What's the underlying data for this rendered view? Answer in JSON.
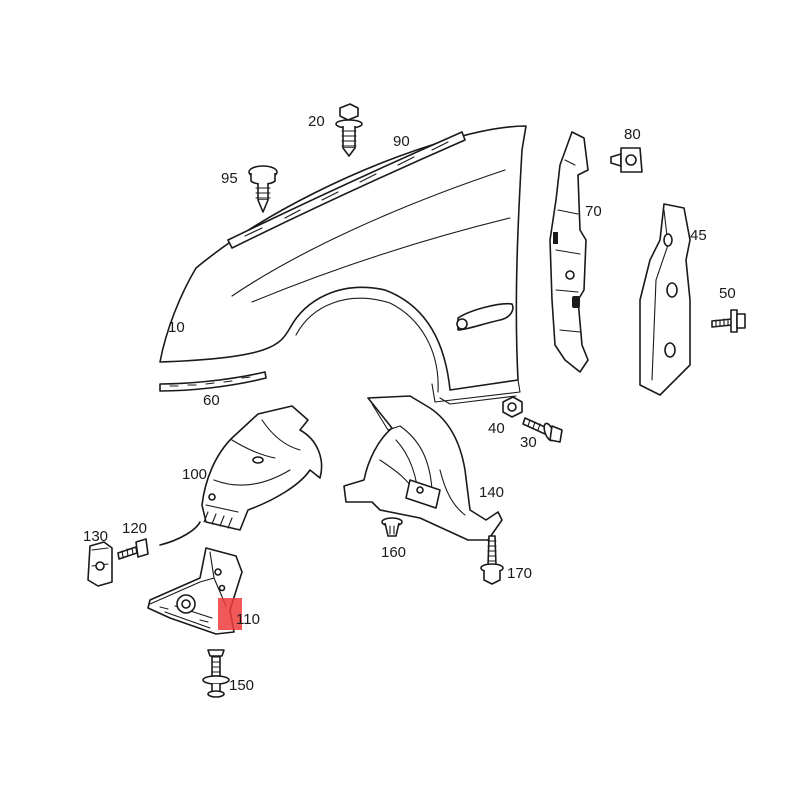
{
  "diagram": {
    "callouts": [
      {
        "id": "fender",
        "label": "10"
      },
      {
        "id": "bolt-top",
        "label": "20"
      },
      {
        "id": "bolt-rear",
        "label": "30"
      },
      {
        "id": "nut",
        "label": "40"
      },
      {
        "id": "trim-panel",
        "label": "45"
      },
      {
        "id": "screw-panel",
        "label": "50"
      },
      {
        "id": "seal-strip",
        "label": "60"
      },
      {
        "id": "bracket-rear",
        "label": "70"
      },
      {
        "id": "clip-rear",
        "label": "80"
      },
      {
        "id": "molding",
        "label": "90"
      },
      {
        "id": "clip-top",
        "label": "95"
      },
      {
        "id": "liner-front",
        "label": "100"
      },
      {
        "id": "splash-guard",
        "label": "110"
      },
      {
        "id": "screw-nut",
        "label": "120"
      },
      {
        "id": "speed-nut",
        "label": "130"
      },
      {
        "id": "liner-rear",
        "label": "140"
      },
      {
        "id": "rivet",
        "label": "150"
      },
      {
        "id": "expander-rivet",
        "label": "160"
      },
      {
        "id": "bolt-bottom",
        "label": "170"
      }
    ],
    "highlight": {
      "target": "110",
      "color": "#ef3b3b"
    }
  }
}
